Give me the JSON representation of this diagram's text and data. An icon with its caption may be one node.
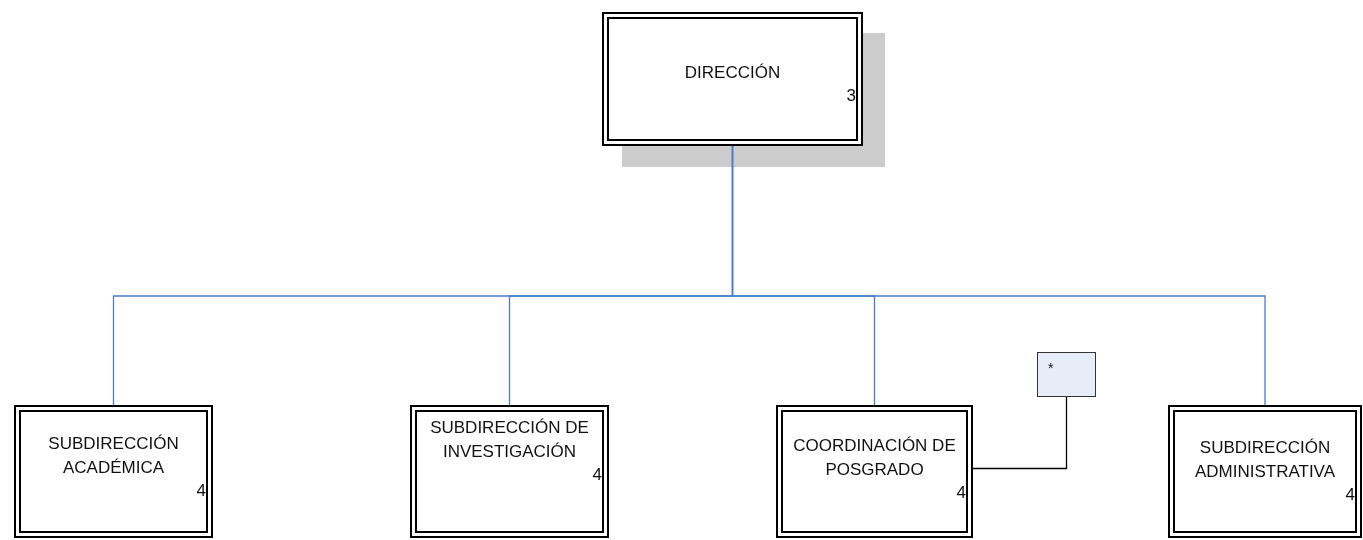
{
  "diagram": {
    "nodes": [
      {
        "text": [
          "DIRECCIÓN",
          "3"
        ]
      },
      {
        "text": [
          "SUBDIRECCIÓN ACADÉMICA",
          "4"
        ]
      },
      {
        "text": [
          "SUBDIRECCIÓN DE INVESTIGACIÓN",
          "4"
        ]
      },
      {
        "text": [
          "COORDINACIÓN DE POSGRADO",
          "4"
        ]
      },
      {
        "text": [
          "SUBDIRECCIÓN ADMINISTRATIVA",
          "4"
        ]
      },
      {
        "text": [
          "*"
        ]
      }
    ],
    "edges": [
      {
        "from": 0,
        "to": 1,
        "arrow": "none"
      },
      {
        "from": 0,
        "to": 2,
        "arrow": "none"
      },
      {
        "from": 0,
        "to": 3,
        "arrow": "none"
      },
      {
        "from": 0,
        "to": 4,
        "arrow": "none"
      },
      {
        "from": 3,
        "to": 5,
        "arrow": "none",
        "color": "#000000"
      }
    ]
  }
}
